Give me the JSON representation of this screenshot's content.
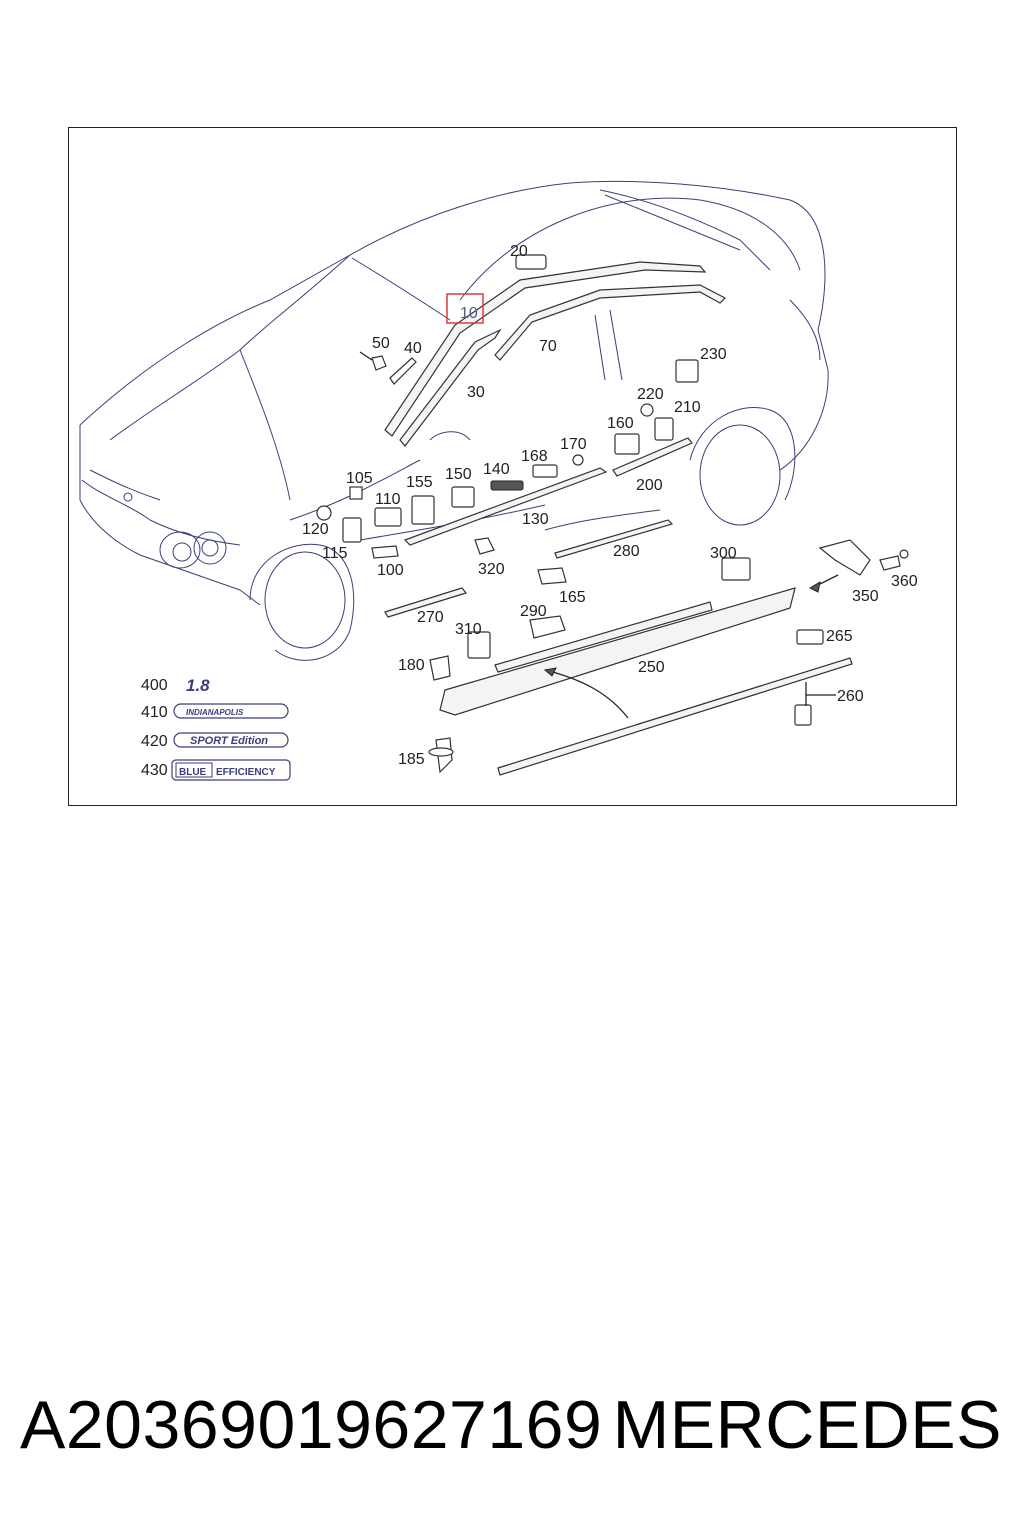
{
  "diagram": {
    "callouts": {
      "c10": "10",
      "c20": "20",
      "c30": "30",
      "c40": "40",
      "c50": "50",
      "c70": "70",
      "c100": "100",
      "c105": "105",
      "c110": "110",
      "c115": "115",
      "c120": "120",
      "c130": "130",
      "c140": "140",
      "c150": "150",
      "c155": "155",
      "c160": "160",
      "c165": "165",
      "c168": "168",
      "c170": "170",
      "c180": "180",
      "c185": "185",
      "c200": "200",
      "c210": "210",
      "c220": "220",
      "c230": "230",
      "c250": "250",
      "c260": "260",
      "c265": "265",
      "c270": "270",
      "c280": "280",
      "c290": "290",
      "c300": "300",
      "c310": "310",
      "c320": "320",
      "c350": "350",
      "c360": "360"
    },
    "highlighted_callout": "10",
    "highlight_color": "#e03a3a",
    "legend": [
      {
        "num": "400",
        "badge": "1.8"
      },
      {
        "num": "410",
        "badge": "INDIANAPOLIS"
      },
      {
        "num": "420",
        "badge": "SPORT Edition"
      },
      {
        "num": "430",
        "badge_a": "BLUE",
        "badge_b": "EFFICIENCY"
      }
    ]
  },
  "footer": {
    "part_number": "A20369019627169",
    "brand": "MERCEDES"
  }
}
